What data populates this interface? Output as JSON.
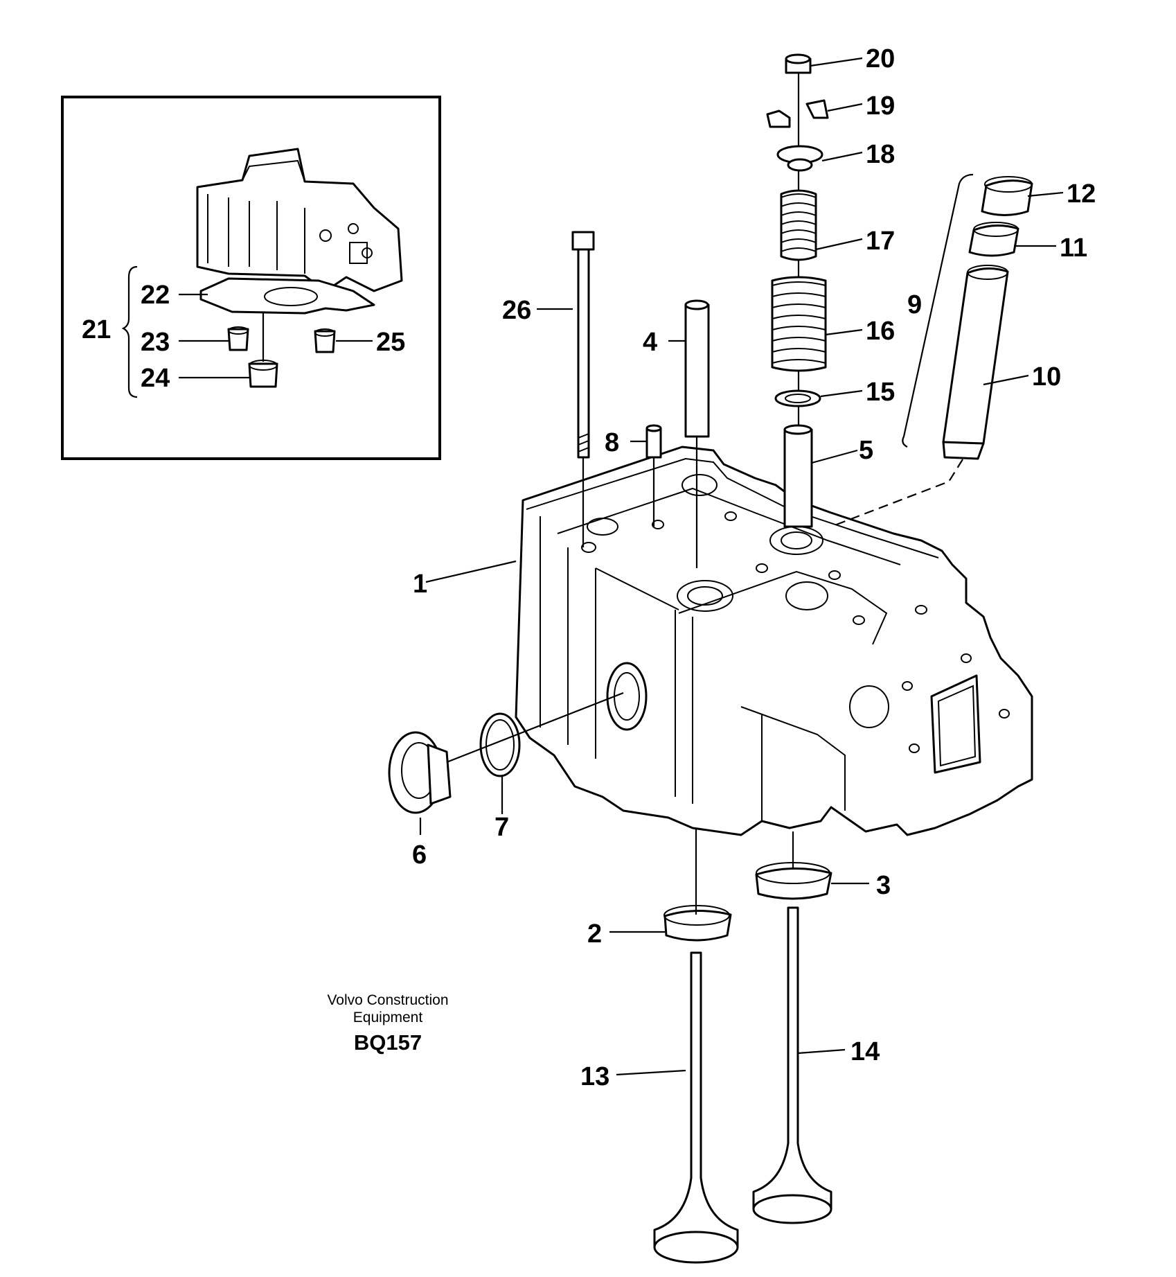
{
  "callouts": {
    "c1": "1",
    "c2": "2",
    "c3": "3",
    "c4": "4",
    "c5": "5",
    "c6": "6",
    "c7": "7",
    "c8": "8",
    "c9": "9",
    "c10": "10",
    "c11": "11",
    "c12": "12",
    "c13": "13",
    "c14": "14",
    "c15": "15",
    "c16": "16",
    "c17": "17",
    "c18": "18",
    "c19": "19",
    "c20": "20",
    "c21": "21",
    "c22": "22",
    "c23": "23",
    "c24": "24",
    "c25": "25",
    "c26": "26"
  },
  "caption": {
    "line1": "Volvo Construction",
    "line2": "Equipment",
    "ref": "BQ157"
  }
}
